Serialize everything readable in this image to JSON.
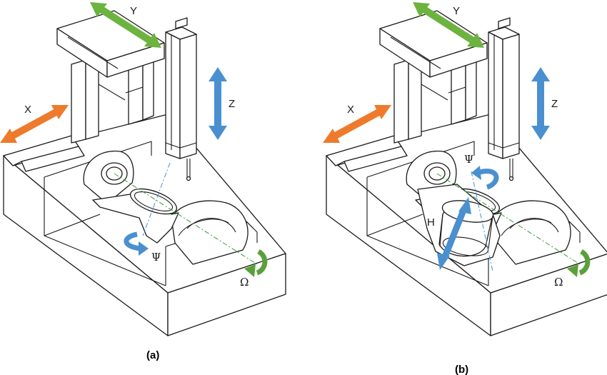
{
  "colors": {
    "x_axis": "#ee7a2c",
    "y_axis": "#6db33f",
    "z_axis": "#4a90d0",
    "omega": "#5aa03a",
    "psi": "#4a90d0",
    "h_axis": "#4a90d0"
  },
  "panel_a": {
    "caption": "(a)",
    "labels": {
      "x": "X",
      "y": "Y",
      "z": "Z",
      "psi": "Ψ",
      "omega": "Ω"
    }
  },
  "panel_b": {
    "caption": "(b)",
    "labels": {
      "x": "X",
      "y": "Y",
      "z": "Z",
      "psi": "Ψ",
      "omega": "Ω",
      "h": "H"
    }
  }
}
